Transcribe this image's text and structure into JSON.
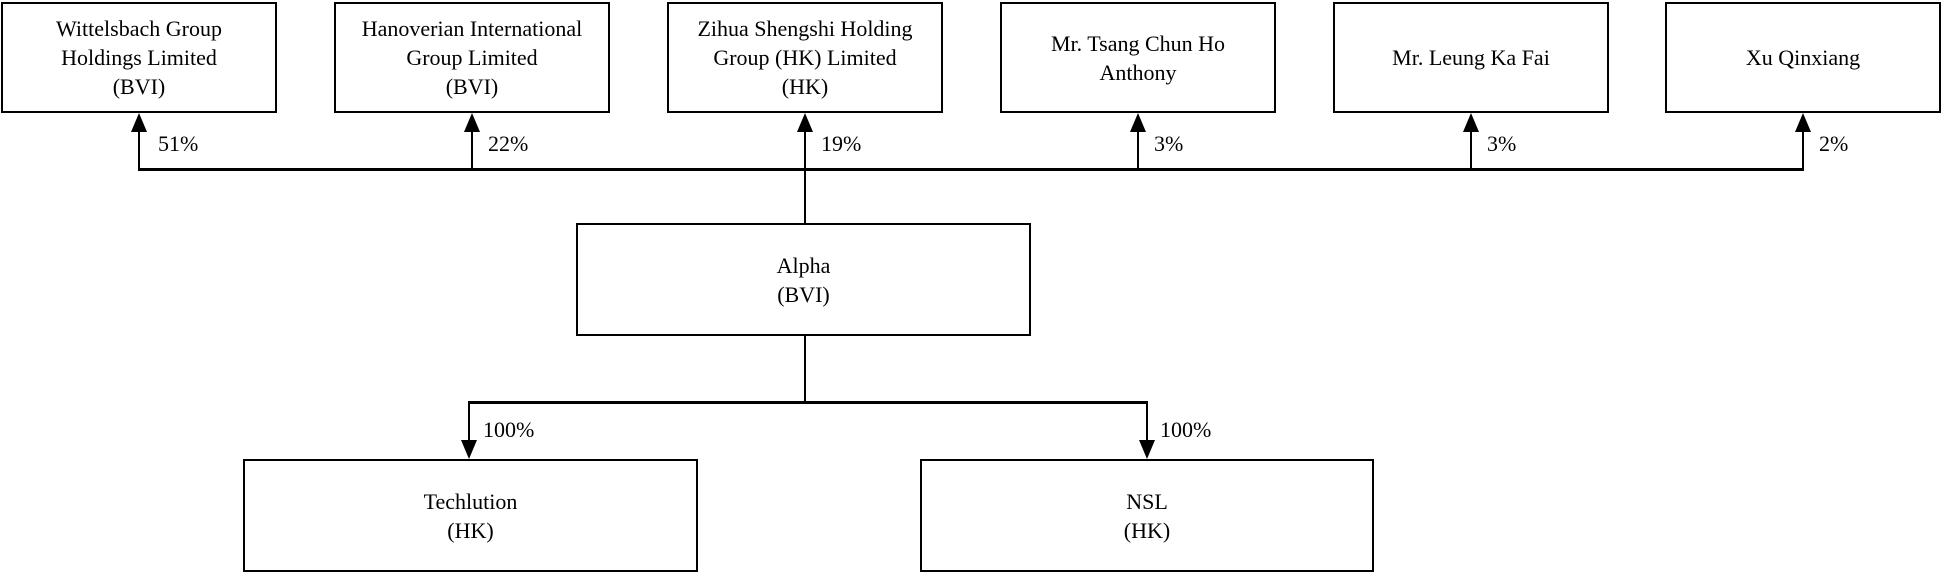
{
  "shareholders": [
    {
      "name_lines": [
        "Wittelsbach Group",
        "Holdings Limited",
        "(BVI)"
      ],
      "ownership": "51%"
    },
    {
      "name_lines": [
        "Hanoverian International",
        "Group Limited",
        "(BVI)"
      ],
      "ownership": "22%"
    },
    {
      "name_lines": [
        "Zihua Shengshi Holding",
        "Group (HK) Limited",
        "(HK)"
      ],
      "ownership": "19%"
    },
    {
      "name_lines": [
        "Mr. Tsang Chun Ho",
        "Anthony"
      ],
      "ownership": "3%"
    },
    {
      "name_lines": [
        "Mr. Leung Ka Fai"
      ],
      "ownership": "3%"
    },
    {
      "name_lines": [
        "Xu Qinxiang"
      ],
      "ownership": "2%"
    }
  ],
  "parent_company": {
    "name_lines": [
      "Alpha",
      "(BVI)"
    ]
  },
  "subsidiaries": [
    {
      "name_lines": [
        "Techlution",
        "(HK)"
      ],
      "ownership": "100%"
    },
    {
      "name_lines": [
        "NSL",
        "(HK)"
      ],
      "ownership": "100%"
    }
  ],
  "colors": {
    "line": "#000000",
    "text": "#000000",
    "background": "#ffffff"
  }
}
